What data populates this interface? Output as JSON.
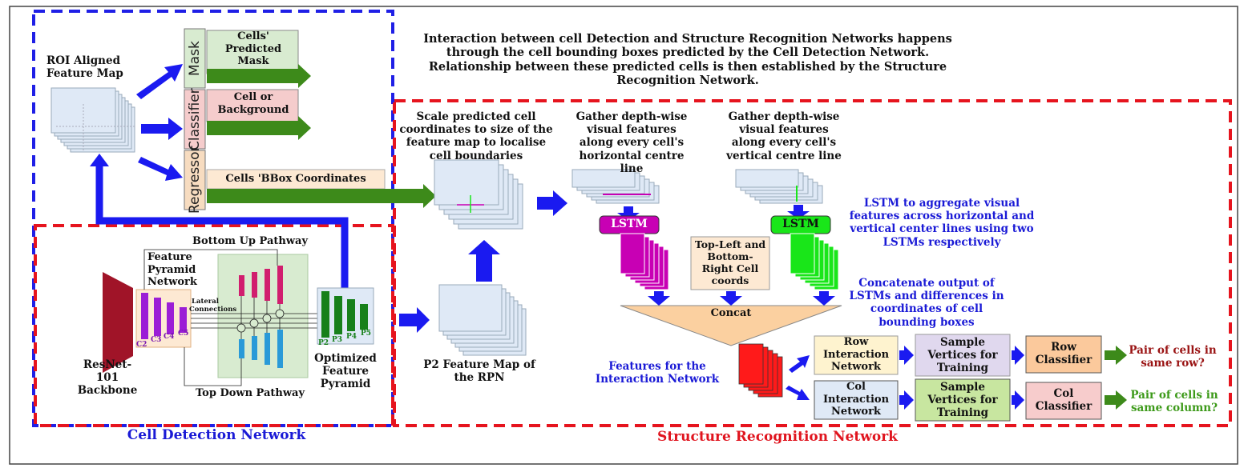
{
  "header": {
    "description": "Interaction between cell Detection and Structure Recognition Networks happens through the cell bounding boxes predicted by the Cell Detection Network. Relationship between these predicted cells is then established by the Structure Recognition Network."
  },
  "cell_detection": {
    "title": "Cell Detection Network",
    "roi_label": "ROI Aligned Feature Map",
    "heads": [
      {
        "name": "Mask",
        "output": "Cells' Predicted Mask"
      },
      {
        "name": "Classifier",
        "output": "Cell or Background"
      },
      {
        "name": "Regressor",
        "output": "Cells 'BBox Coordinates"
      }
    ],
    "backbone": "ResNet-101 Backbone",
    "fpn_label": "Feature Pyramid Network",
    "bottom_up": "Bottom Up Pathway",
    "top_down": "Top Down Pathway",
    "lateral": "Lateral Connections",
    "optimized": "Optimized Feature Pyramid",
    "c_levels": [
      "C2",
      "C3",
      "C4",
      "C5"
    ],
    "p_levels": [
      "P2",
      "P3",
      "P4",
      "P5"
    ]
  },
  "structure_recognition": {
    "title": "Structure Recognition Network",
    "scale_text": "Scale predicted cell coordinates to size of the feature map to localise cell boundaries",
    "p2_label": "P2 Feature Map of the RPN",
    "gather_h": "Gather depth-wise visual features along every cell's horizontal centre line",
    "gather_v": "Gather depth-wise visual features along every cell's vertical centre line",
    "lstm": "LSTM",
    "lstm_note": "LSTM to aggregate visual features across horizontal and vertical center lines using two LSTMs respectively",
    "coords_box": "Top-Left and Bottom-Right Cell coords",
    "concat": "Concat",
    "concat_note": "Concatenate output of LSTMs and differences in coordinates of cell bounding boxes",
    "features_label": "Features for the Interaction Network",
    "row_interaction": "Row Interaction Network",
    "col_interaction": "Col Interaction Network",
    "sample_row": "Sample Vertices for Training",
    "sample_col": "Sample Vertices for Training",
    "row_classifier": "Row Classifier",
    "col_classifier": "Col Classifier",
    "row_output": "Pair of cells in same row?",
    "col_output": "Pair of cells in same column?"
  },
  "colors": {
    "blue_dash": "#1f1fe6",
    "red_dash": "#e6141e",
    "lstm_h": "#c800b4",
    "lstm_v": "#19e619",
    "feature_red": "#ff1a1a",
    "green_arrow": "#3d8a1a",
    "arrow_blue": "#1a1af0"
  }
}
